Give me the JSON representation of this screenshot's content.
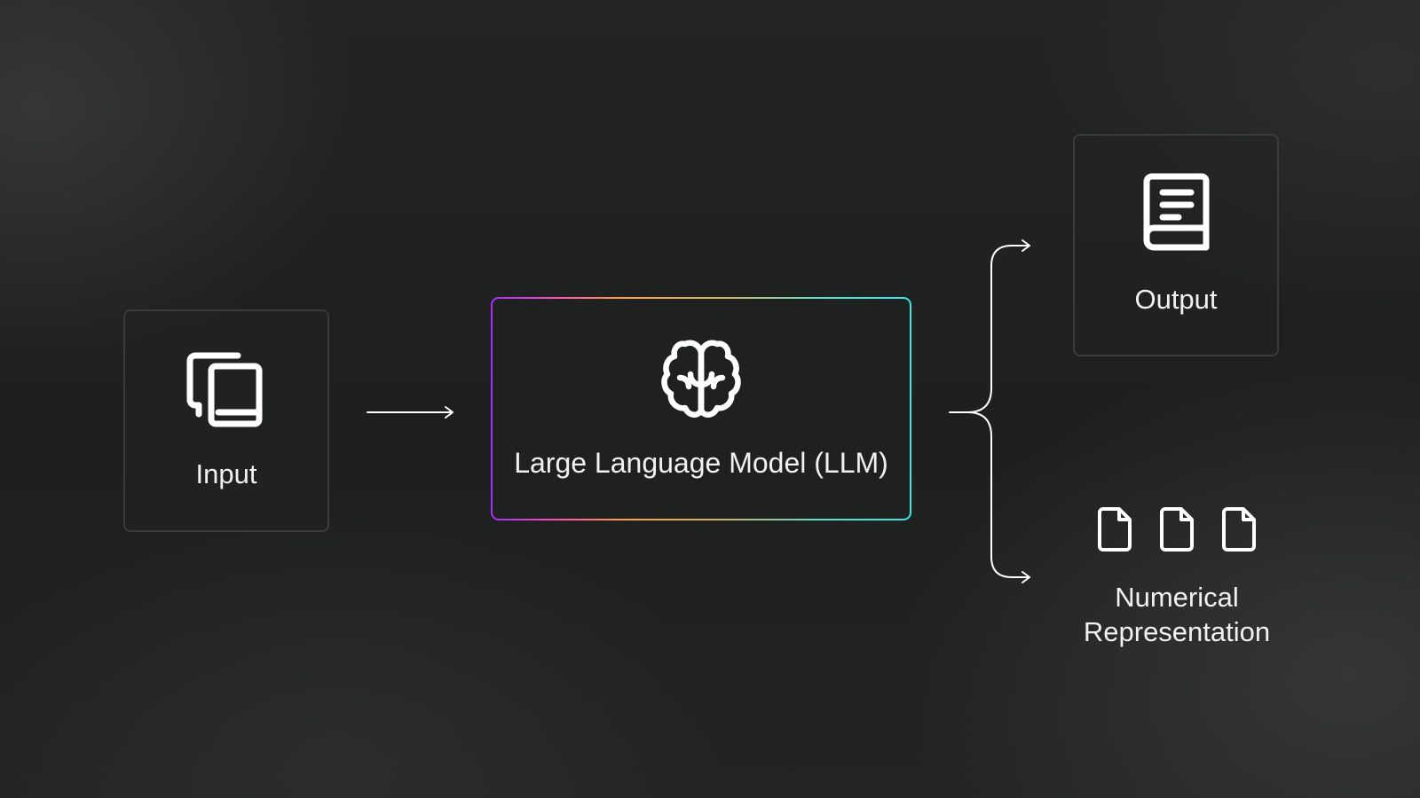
{
  "diagram": {
    "input": {
      "label": "Input",
      "icon": "books-icon"
    },
    "model": {
      "label": "Large Language Model (LLM)",
      "icon": "brain-icon",
      "border_gradient": [
        "#a62cff",
        "#ff52b8",
        "#ffa43c",
        "#c9b66a",
        "#54e1d2",
        "#35e6e6"
      ]
    },
    "output": {
      "label": "Output",
      "icon": "document-icon"
    },
    "numerical": {
      "label_line1": "Numerical",
      "label_line2": "Representation",
      "icons": [
        "file-icon",
        "file-icon",
        "file-icon"
      ]
    }
  },
  "colors": {
    "background": "#1f2020",
    "panel_border": "#3a3b3b",
    "text": "#f1f1f1",
    "line": "#ffffff"
  }
}
